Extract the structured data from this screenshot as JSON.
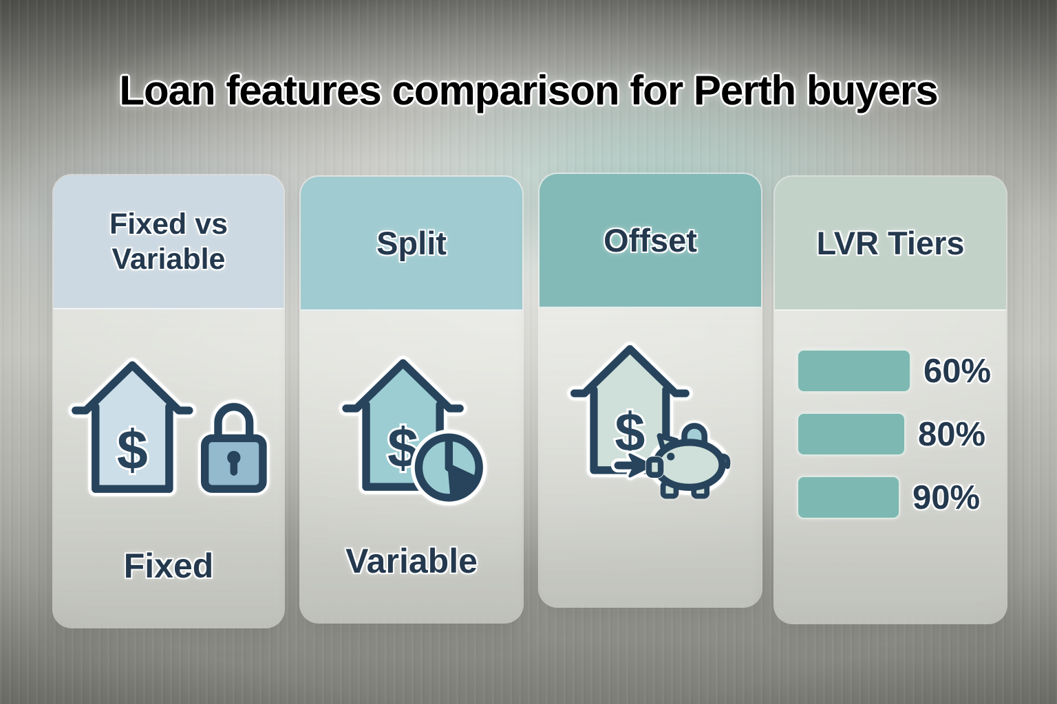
{
  "title": "Loan features comparison for Perth buyers",
  "columns": [
    {
      "id": "fixed-vs-variable",
      "header": "Fixed vs Variable",
      "caption": "Fixed",
      "icon": "house-dollar-lock"
    },
    {
      "id": "split",
      "header": "Split",
      "caption": "Variable",
      "icon": "house-dollar-pie-chart"
    },
    {
      "id": "offset",
      "header": "Offset",
      "caption": "",
      "icon": "house-dollar-arrow-piggy-bank"
    },
    {
      "id": "lvr-tiers",
      "header": "LVR Tiers",
      "icon": "lvr-tier-bars",
      "tiers": [
        "60%",
        "80%",
        "90%"
      ]
    }
  ],
  "colors": {
    "title_text": "#24394e",
    "header_fixed_vs_variable": "#cdd9e2",
    "header_split": "#a0cbd0",
    "header_offset": "#83bab7",
    "header_lvr_tiers": "#c2d2c9",
    "tier_bar": "#7eb8b2",
    "icon_outline": "#27445c",
    "house_fill_fixed": "#ccdee8",
    "house_fill_split": "#9ccdd3",
    "house_fill_offset": "#cfe0da",
    "lock_fill": "#93bacd",
    "coin_slot_fill": "#a3ced6"
  }
}
